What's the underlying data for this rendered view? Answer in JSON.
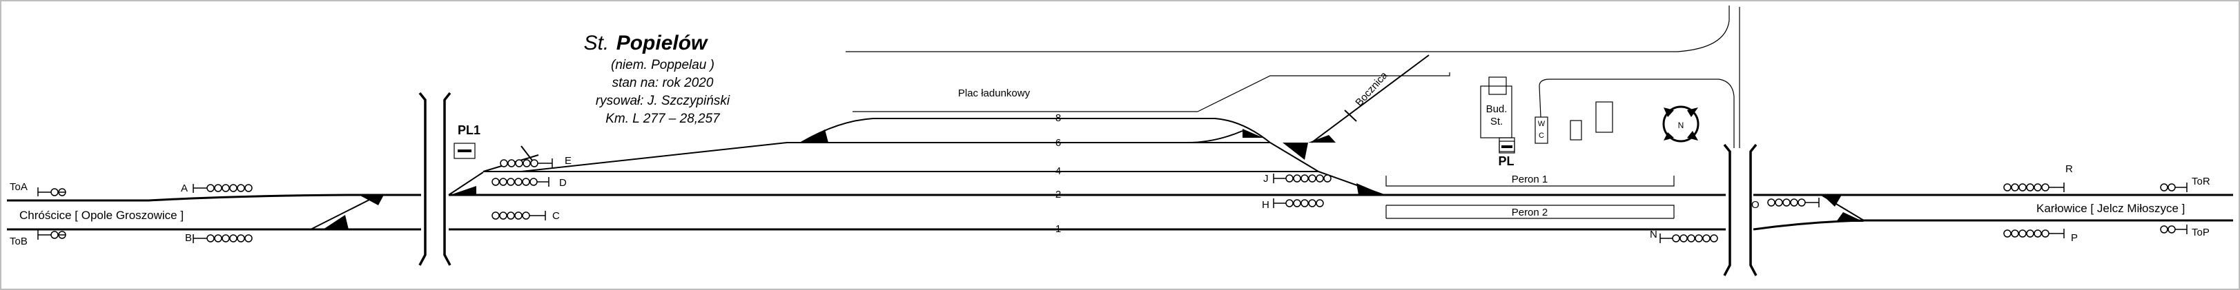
{
  "station": {
    "prefix": "St.",
    "name": "Popielów",
    "german": "(niem. Poppelau )",
    "state": "stan na: rok 2020",
    "author": "rysował: J. Szczypiński",
    "km": "Km. L 277 – 28,257"
  },
  "tracks": {
    "t8": "8",
    "t6": "6",
    "t4": "4",
    "t2": "2",
    "t1": "1"
  },
  "places": {
    "plac": "Plac ładunkowy",
    "bocznica": "Bocznica",
    "bud_line1": "Bud.",
    "bud_line2": "St.",
    "wc_w": "W",
    "wc_c": "C",
    "peron1": "Peron 1",
    "peron2": "Peron 2",
    "pl_post": "PL",
    "pl1_post": "PL1"
  },
  "directions": {
    "left": "Chróścice [ Opole Groszowice ]",
    "right": "Karłowice [ Jelcz Miłoszyce ]"
  },
  "signals": {
    "toA": "ToA",
    "toB": "ToB",
    "toR": "ToR",
    "toP": "ToP",
    "A": "A",
    "B": "B",
    "C": "C",
    "D": "D",
    "E": "E",
    "H": "H",
    "J": "J",
    "N": "N",
    "O": "O",
    "R": "R",
    "P": "P"
  }
}
